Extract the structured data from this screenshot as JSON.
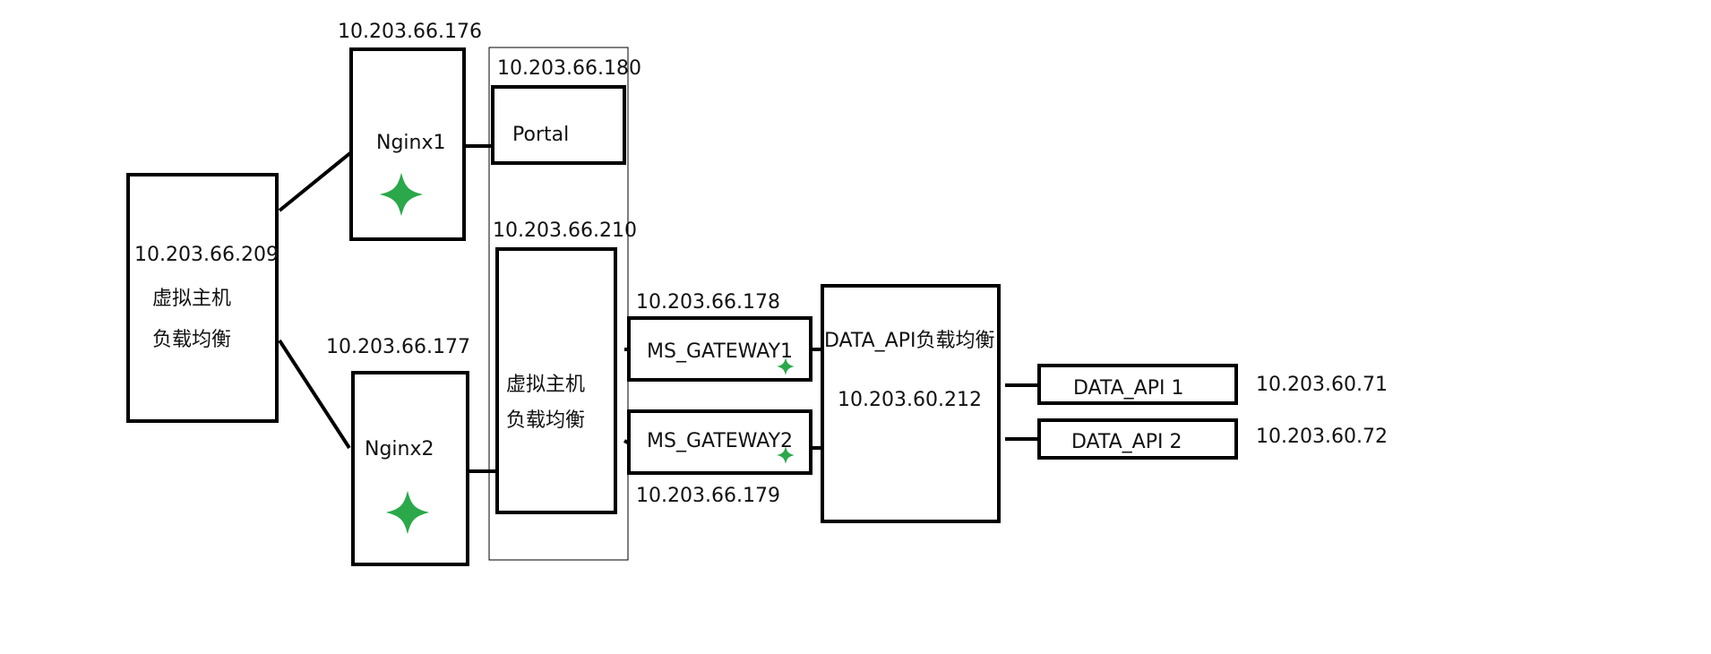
{
  "colors": {
    "stroke": "#000000",
    "text": "#111111",
    "icon_green": "#2aa84a",
    "background": "#ffffff"
  },
  "icons": {
    "health": "green-four-point-star-icon"
  },
  "nodes": {
    "main_lb": {
      "ip": "10.203.66.209",
      "line1": "虚拟主机",
      "line2": "负载均衡"
    },
    "nginx1": {
      "ip": "10.203.66.176",
      "label": "Nginx1"
    },
    "nginx2": {
      "ip": "10.203.66.177",
      "label": "Nginx2"
    },
    "portal": {
      "ip": "10.203.66.180",
      "label": "Portal"
    },
    "inner_lb": {
      "ip": "10.203.66.210",
      "line1": "虚拟主机",
      "line2": "负载均衡"
    },
    "gw1": {
      "ip": "10.203.66.178",
      "label": "MS_GATEWAY1"
    },
    "gw2": {
      "ip": "10.203.66.179",
      "label": "MS_GATEWAY2"
    },
    "data_lb": {
      "label": "DATA_API负载均衡",
      "ip": "10.203.60.212"
    },
    "api1": {
      "label": "DATA_API 1",
      "ip": "10.203.60.71"
    },
    "api2": {
      "label": "DATA_API 2",
      "ip": "10.203.60.72"
    }
  }
}
